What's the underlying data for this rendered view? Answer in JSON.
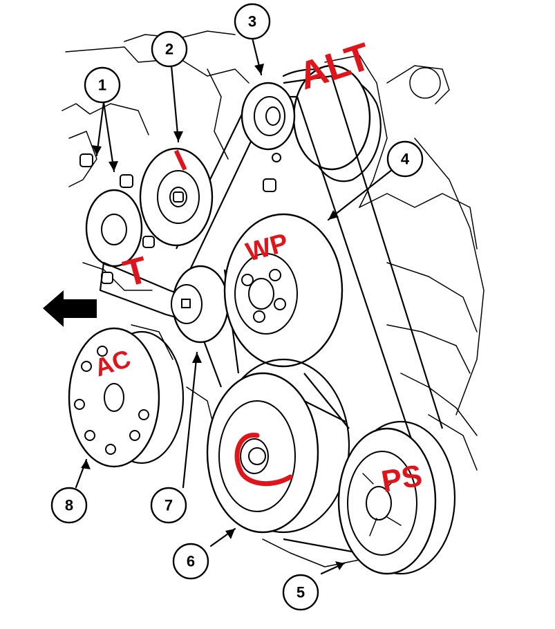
{
  "diagram": {
    "callouts": [
      "1",
      "2",
      "3",
      "4",
      "5",
      "6",
      "7",
      "8"
    ],
    "annotations": {
      "alternator": "ALT",
      "idler": "I",
      "tensioner": "T",
      "water_pump": "WP",
      "ac": "AC",
      "power_steering": "PS"
    },
    "colors": {
      "ink": "#000000",
      "annotation": "#e0141b",
      "background": "#ffffff"
    },
    "icons": [
      "direction-arrow-icon"
    ]
  }
}
